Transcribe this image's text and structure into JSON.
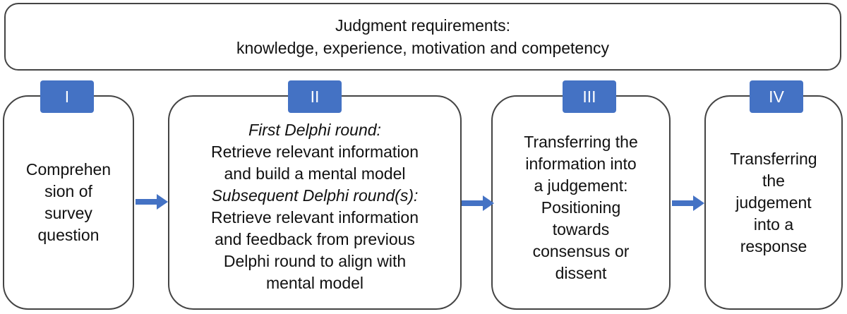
{
  "requirements": {
    "line1": "Judgment requirements:",
    "line2": "knowledge, experience, motivation and competency"
  },
  "stages": [
    {
      "numeral": "I",
      "lines": [
        "Comprehen",
        "sion of",
        "survey",
        "question"
      ]
    },
    {
      "numeral": "II",
      "first_round_label": "First Delphi round:",
      "first_round_lines": [
        "Retrieve relevant information",
        "and build a mental model"
      ],
      "subsequent_round_label": "Subsequent Delphi round(s):",
      "subsequent_round_lines": [
        "Retrieve relevant information",
        "and feedback from previous",
        "Delphi round to align with",
        "mental model"
      ]
    },
    {
      "numeral": "III",
      "lines": [
        "Transferring the",
        "information into",
        "a judgement:",
        "Positioning",
        "towards",
        "consensus or",
        "dissent"
      ]
    },
    {
      "numeral": "IV",
      "lines": [
        "Transferring",
        "the",
        "judgement",
        "into a",
        "response"
      ]
    }
  ],
  "colors": {
    "accent": "#4472c4",
    "border": "#444444"
  }
}
